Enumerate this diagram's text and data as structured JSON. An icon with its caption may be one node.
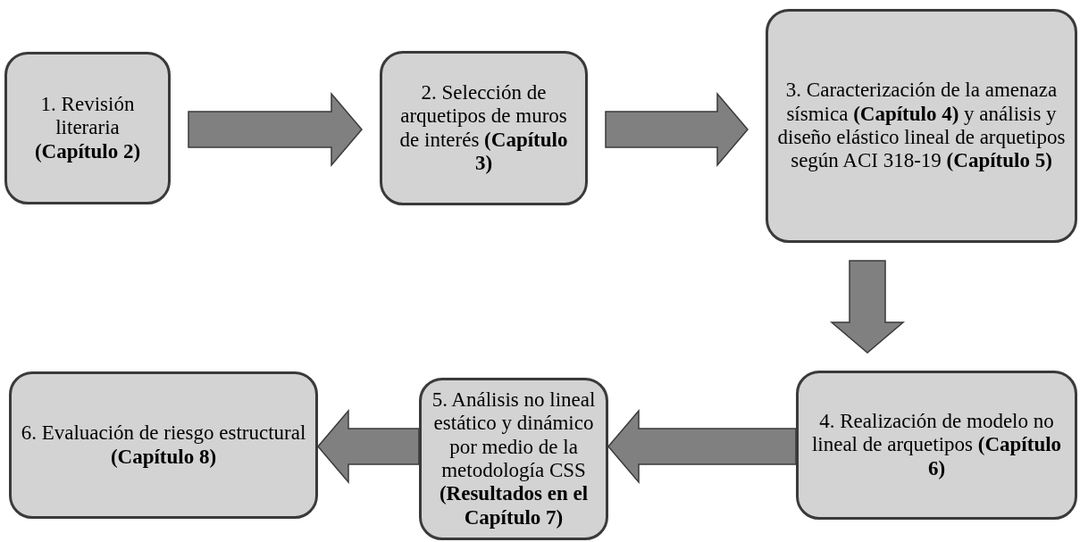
{
  "diagram": {
    "nodes": [
      {
        "text": [
          "1. Revisión literaria **(Capítulo 2)**"
        ]
      },
      {
        "text": [
          "2. Selección de arquetipos de muros de interés **(Capítulo 3)**"
        ]
      },
      {
        "text": [
          "3. Caracterización de la amenaza sísmica **(Capítulo 4)** y análisis y diseño elástico lineal de arquetipos según ACI 318-19 **(Capítulo 5)**"
        ]
      },
      {
        "text": [
          "4. Realización de modelo no lineal de arquetipos **(Capítulo 6)**"
        ]
      },
      {
        "text": [
          "5. Análisis no lineal estático y dinámico por medio de la metodología CSS **(Resultados en el Capítulo 7)**"
        ]
      },
      {
        "text": [
          "6. Evaluación de riesgo estructural **(Capítulo 8)**"
        ]
      }
    ],
    "edges": [
      {
        "from": 0,
        "to": 1,
        "arrow": "to"
      },
      {
        "from": 1,
        "to": 2,
        "arrow": "to"
      },
      {
        "from": 2,
        "to": 3,
        "arrow": "to"
      },
      {
        "from": 3,
        "to": 4,
        "arrow": "to"
      },
      {
        "from": 4,
        "to": 5,
        "arrow": "to"
      }
    ]
  }
}
